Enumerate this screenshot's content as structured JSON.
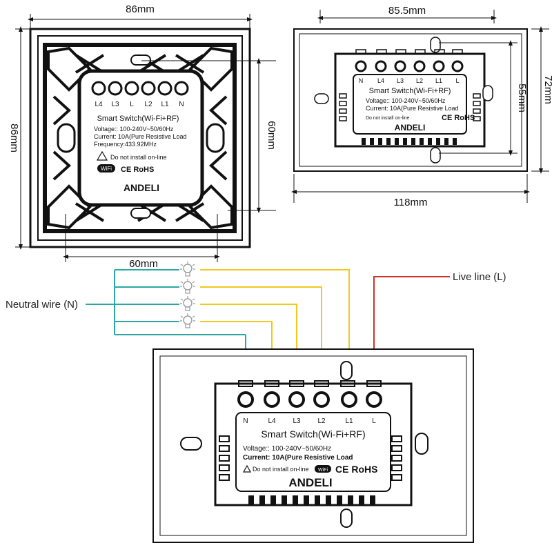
{
  "dimensions": {
    "front_width": "86mm",
    "front_height": "86mm",
    "front_inner_width": "60mm",
    "front_inner_height": "60mm",
    "side_width": "85.5mm",
    "side_total_width": "118mm",
    "side_height": "72mm",
    "side_inner_height": "55mm"
  },
  "device": {
    "title": "Smart Switch(Wi-Fi+RF)",
    "voltage": "Voltage:: 100-240V~50/60Hz",
    "current": "Current: 10A(Pure Resistive Load",
    "frequency": "Frequency:433.92MHz",
    "warning": "Do not install on-line",
    "wifi_badge": "WiFi",
    "certs": "CE RoHS",
    "brand": "ANDELI"
  },
  "terminals_square": [
    "L4",
    "L3",
    "L",
    "L2",
    "L1",
    "N"
  ],
  "terminals_rect": [
    "N",
    "L4",
    "L3",
    "L2",
    "L1",
    "L"
  ],
  "wiring": {
    "neutral_label": "Neutral wire (N)",
    "live_label": "Live line (L)",
    "neutral_color": "#2aa7a3",
    "load_color": "#f2c81d",
    "live_color": "#d0302a",
    "bulb_count": 4
  }
}
